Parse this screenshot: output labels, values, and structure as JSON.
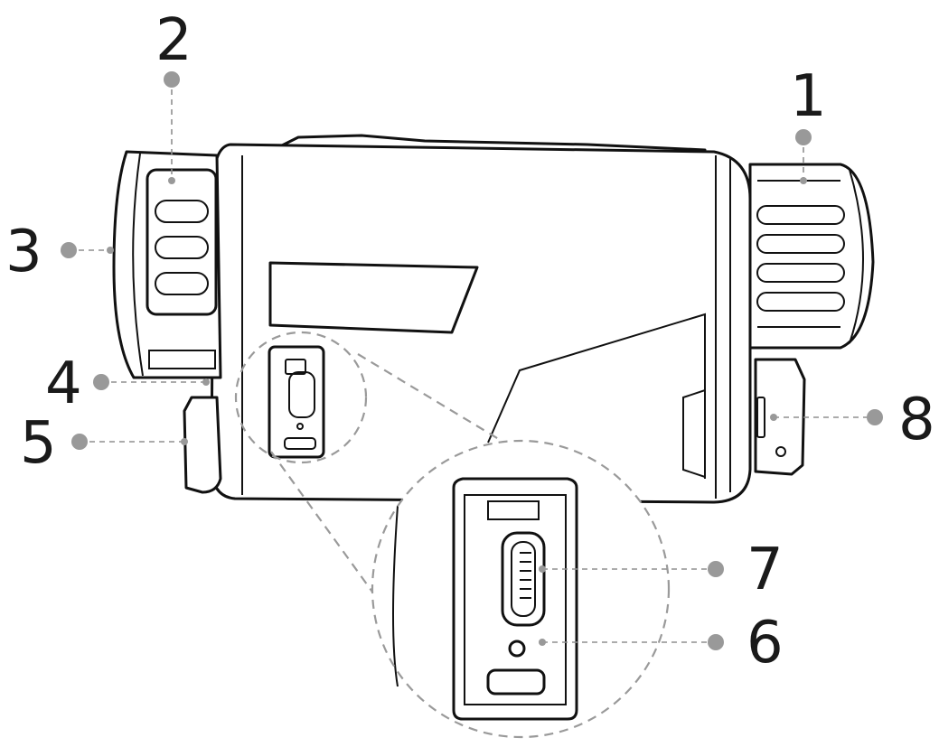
{
  "diagram": {
    "callouts": [
      {
        "id": "1",
        "label": "1"
      },
      {
        "id": "2",
        "label": "2"
      },
      {
        "id": "3",
        "label": "3"
      },
      {
        "id": "4",
        "label": "4"
      },
      {
        "id": "5",
        "label": "5"
      },
      {
        "id": "6",
        "label": "6"
      },
      {
        "id": "7",
        "label": "7"
      },
      {
        "id": "8",
        "label": "8"
      }
    ],
    "colors": {
      "line": "#111111",
      "callout_dot": "#999999",
      "leader": "#8f8f8f",
      "zoom_circle": "#9a9a9a"
    }
  }
}
